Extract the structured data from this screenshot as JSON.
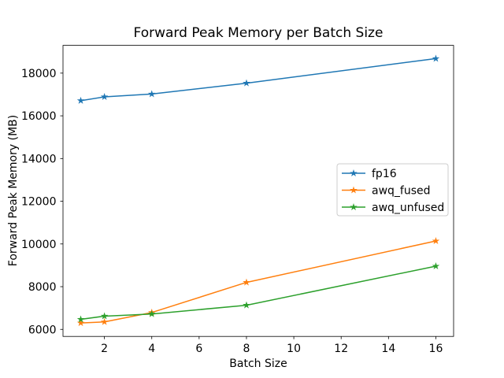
{
  "window": {
    "background": "#ffffff"
  },
  "chart_data": {
    "type": "line",
    "title": "Forward Peak Memory per Batch Size",
    "xlabel": "Batch Size",
    "ylabel": "Forward Peak Memory (MB)",
    "x": [
      1,
      2,
      4,
      8,
      16
    ],
    "series": [
      {
        "name": "fp16",
        "color": "#1f77b4",
        "marker": "star",
        "values": [
          16710,
          16890,
          17020,
          17530,
          18680
        ]
      },
      {
        "name": "awq_fused",
        "color": "#ff7f0e",
        "marker": "star",
        "values": [
          6300,
          6350,
          6790,
          8200,
          10140
        ]
      },
      {
        "name": "awq_unfused",
        "color": "#2ca02c",
        "marker": "star",
        "values": [
          6470,
          6620,
          6720,
          7130,
          8960
        ]
      }
    ],
    "xticks": [
      2,
      4,
      6,
      8,
      10,
      12,
      14,
      16
    ],
    "yticks": [
      6000,
      8000,
      10000,
      12000,
      14000,
      16000,
      18000
    ],
    "xlim": [
      0.25,
      16.75
    ],
    "ylim": [
      5670,
      19300
    ],
    "grid": false,
    "legend_position": "center right",
    "axis_color": "#000000",
    "legend_border_color": "#cccccc"
  }
}
